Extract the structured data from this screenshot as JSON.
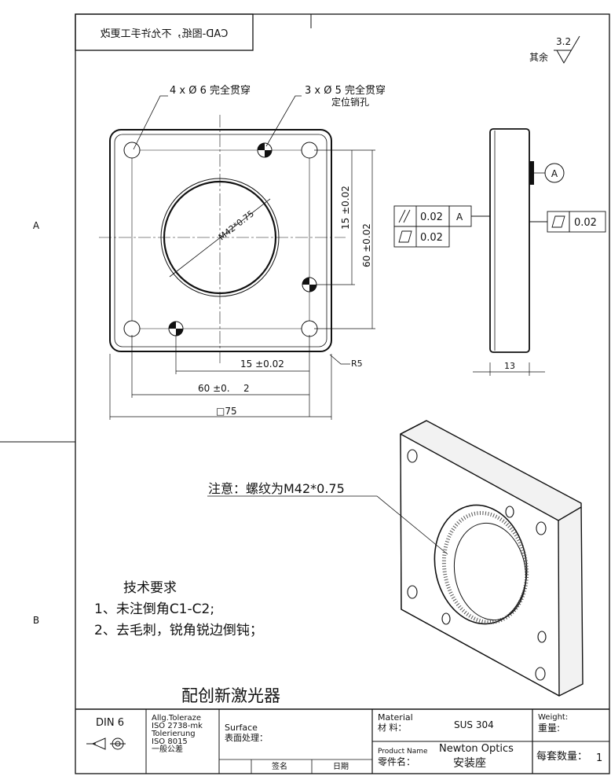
{
  "zones": {
    "a": "A",
    "b": "B"
  },
  "stamp": "CAD-图纸，不允许手工更改",
  "roughness": {
    "prefix": "其余",
    "value": "3.2"
  },
  "notes": {
    "holes_6": "4 x Ø 6 完全贯穿",
    "holes_5": "3 x Ø 5 完全贯穿",
    "holes_5_sub": "定位销孔",
    "thread_note": "注意：螺纹为M42*0.75"
  },
  "dims": {
    "thread": "M42*0.75",
    "v15": "15 ±0.02",
    "v60": "60 ±0.02",
    "h15": "15 ±0.02",
    "h60": "60 ±0.",
    "h60_tail": "2",
    "sq75": "□75",
    "radius": "R5",
    "thickness": "13"
  },
  "gdt": {
    "parallel_value": "0.02",
    "datum_ref": "A",
    "flat_value": "0.02",
    "side_flat_value": "0.02",
    "datum_label": "A"
  },
  "tech": {
    "title": "技术要求",
    "items": [
      "1、未注倒角C1-C2;",
      "2、去毛刺，锐角锐边倒钝；"
    ]
  },
  "project": "配创新激光器",
  "title_block": {
    "din": "DIN 6",
    "tol": [
      "Allg.Toleraze",
      "ISO 2738-mk",
      "Tolerierung",
      "ISO 8015",
      "一般公差"
    ],
    "surface": "Surface",
    "surface_cn": "表面处理：",
    "sign": "签名",
    "date": "日期",
    "material_label": "Material",
    "material_label_cn": "材 料：",
    "material_value": "SUS 304",
    "part_label": "Product Name",
    "part_label_cn": "零件名：",
    "part_value": "Newton Optics",
    "part_value_cn": "安装座",
    "weight_label": "Weight:",
    "weight_label_cn": "重量:",
    "qty_label": "每套数量：",
    "qty_value": "1"
  }
}
